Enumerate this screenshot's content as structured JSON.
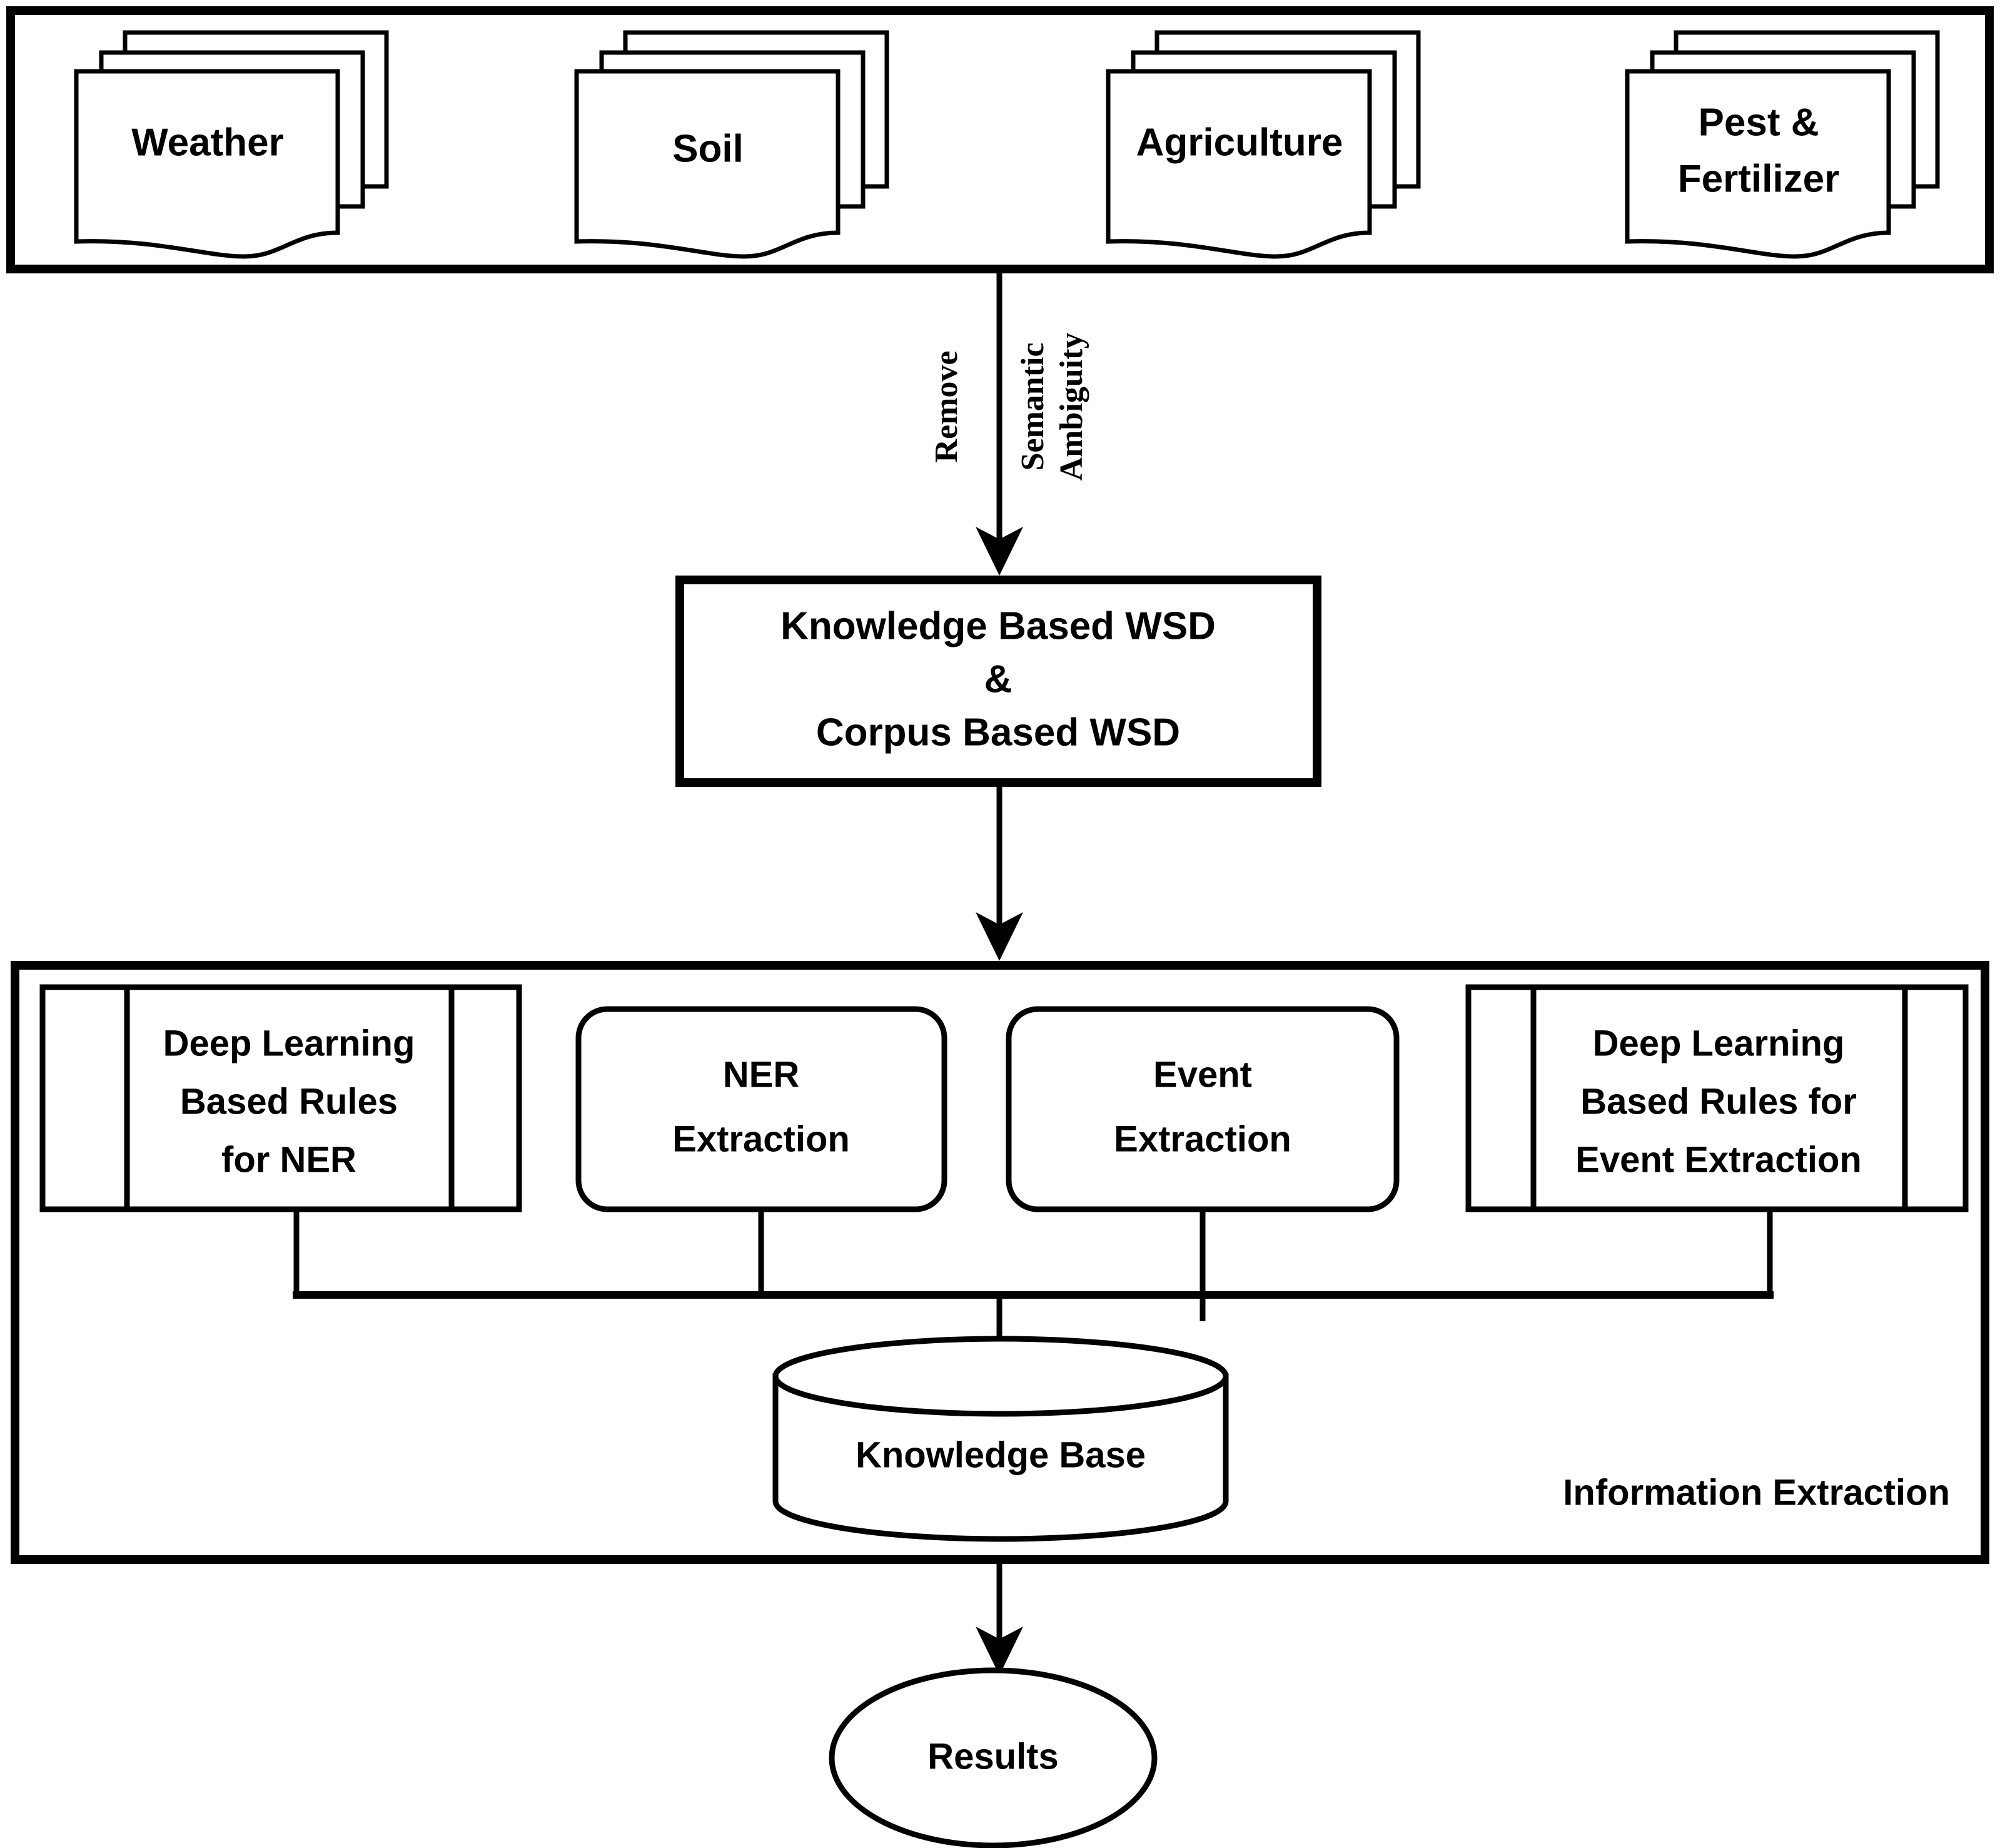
{
  "diagram": {
    "title": "Agricultural Information Extraction Pipeline Flowchart",
    "colors": {
      "stroke": "#000000",
      "fill": "#ffffff",
      "text": "#000000"
    }
  },
  "sources": {
    "container_name": "data-sources-container",
    "documents": [
      {
        "label": "Weather"
      },
      {
        "label": "Soil"
      },
      {
        "label": "Agriculture"
      },
      {
        "label": "Pest &\nFertilizer"
      },
      {
        "label_line1": "Pest &",
        "label_line2": "Fertilizer"
      }
    ]
  },
  "flow": {
    "arrow1": {
      "left_label": "Remove",
      "right_label_line1": "Semantic",
      "right_label_line2": "Ambiguity"
    }
  },
  "wsd": {
    "line1": "Knowledge Based WSD",
    "line2": "&",
    "line3": "Corpus Based WSD"
  },
  "information_extraction": {
    "section_label": "Information Extraction",
    "nodes": [
      {
        "type": "predefined-process",
        "line1": "Deep Learning",
        "line2": "Based Rules",
        "line3": "for NER"
      },
      {
        "type": "rounded-process",
        "line1": "NER",
        "line2": "Extraction"
      },
      {
        "type": "rounded-process",
        "line1": "Event",
        "line2": "Extraction"
      },
      {
        "type": "predefined-process",
        "line1": "Deep Learning",
        "line2": "Based Rules for",
        "line3": "Event Extraction"
      }
    ],
    "store": {
      "type": "cylinder",
      "label": "Knowledge Base"
    }
  },
  "output": {
    "terminator": {
      "type": "ellipse",
      "label": "Results"
    }
  }
}
